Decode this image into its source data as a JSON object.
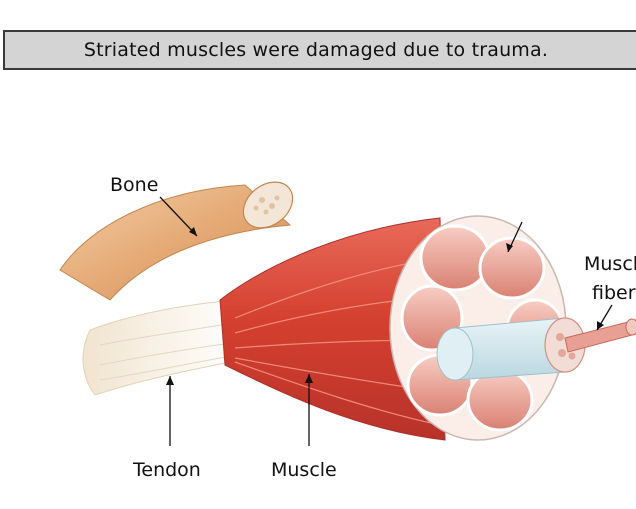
{
  "caption": {
    "text": "Striated muscles were damaged due to trauma."
  },
  "labels": {
    "bone": "Bone",
    "tendon": "Tendon",
    "muscle": "Muscle",
    "fiber_line1": "Muscle",
    "fiber_line2": "fiber"
  },
  "colors": {
    "caption_bg": "#d4d4d4",
    "bone": "#e7b17f",
    "muscle": "#d9463a",
    "tendon": "#f4ecde",
    "fascicle": "#f6ddd8",
    "fiber": "#e99a8c"
  }
}
